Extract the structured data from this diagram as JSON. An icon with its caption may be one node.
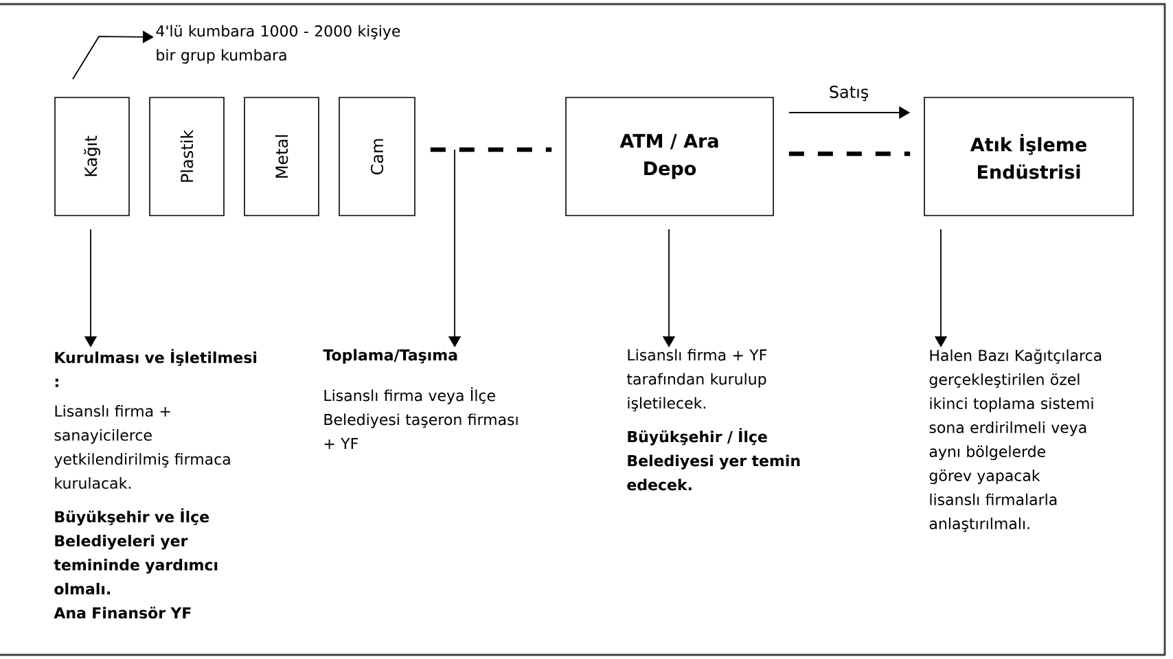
{
  "diagram": {
    "nodes": [
      {
        "text": [
          "Kağıt"
        ]
      },
      {
        "text": [
          "Plastik"
        ]
      },
      {
        "text": [
          "Metal"
        ]
      },
      {
        "text": [
          "Cam"
        ]
      },
      {
        "text": [
          "ATM / Ara Depo"
        ]
      },
      {
        "text": [
          "Atık İşleme Endüstrisi"
        ]
      },
      {
        "text": [
          "4'lü kumbara 1000 - 2000 kişiye bir grup kumbara"
        ]
      },
      {
        "text": [
          "Kurulması ve İşletilmesi :",
          "Lisanslı firma + sanayicilerce yetkilendirilmiş firmaca kurulacak.",
          "Büyükşehir ve İlçe Belediyeleri yer temininde yardımcı olmalı.",
          "Ana Finansör YF"
        ]
      },
      {
        "text": [
          "Toplama/Taşıma",
          "Lisanslı firma veya İlçe Belediyesi taşeron firması + YF"
        ]
      },
      {
        "text": [
          "Lisanslı firma + YF tarafından kurulup işletilecek.",
          "Büyükşehir / İlçe Belediyesi yer temin edecek."
        ]
      },
      {
        "text": [
          "Halen Bazı Kağıtçılarca gerçekleştirilen özel ikinci toplama sistemi sona erdirilmeli veya aynı bölgelerde görev yapacak lisanslı firmalarla anlaştırılmalı."
        ]
      }
    ],
    "edges": [
      {
        "from": 0,
        "to": 6,
        "arrow": "to"
      },
      {
        "from": 3,
        "to": 4,
        "arrow": "none",
        "style": "dashed"
      },
      {
        "from": 4,
        "to": 5,
        "arrow": "to",
        "label": "Satış"
      },
      {
        "from": 4,
        "to": 5,
        "arrow": "none",
        "style": "dashed"
      },
      {
        "from": 0,
        "to": 7,
        "arrow": "to"
      },
      {
        "from": null,
        "to": 8,
        "arrow": "to"
      },
      {
        "from": 4,
        "to": 9,
        "arrow": "to"
      },
      {
        "from": 5,
        "to": 10,
        "arrow": "to"
      }
    ]
  }
}
